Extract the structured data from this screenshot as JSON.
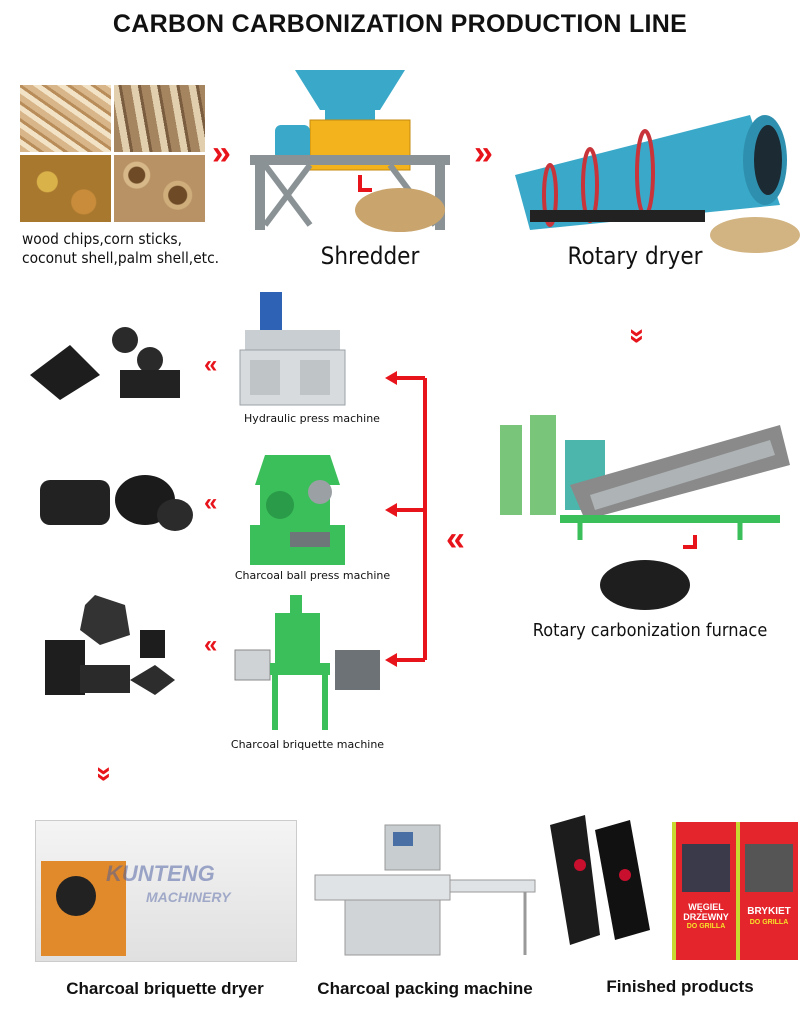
{
  "title": "CARBON CARBONIZATION PRODUCTION LINE",
  "raw_materials": {
    "line1": "wood chips,corn sticks,",
    "line2": "coconut shell,palm shell,etc."
  },
  "steps": {
    "shredder": "Shredder",
    "rotary_dryer": "Rotary dryer",
    "furnace": "Rotary carbonization furnace",
    "hydraulic": "Hydraulic press machine",
    "ball_press": "Charcoal ball press machine",
    "briquette": "Charcoal briquette machine",
    "briquette_dryer": "Charcoal briquette dryer",
    "packing": "Charcoal packing machine",
    "finished": "Finished products"
  },
  "watermark": {
    "brand": "KUNTENG",
    "sub": "MACHINERY"
  },
  "bags": {
    "bag1_line1": "WĘGIEL",
    "bag1_line2": "DRZEWNY",
    "bag1_line3": "DO GRILLA",
    "bag2_line1": "BRYKIET",
    "bag2_line2": "DO GRILLA"
  },
  "arrows": {
    "right": "»",
    "left": "«",
    "down": "»"
  },
  "colors": {
    "accent": "#e8141b",
    "machine_teal": "#3aa9c9",
    "machine_green": "#3bbf5a",
    "frame_gray": "#8a9296"
  }
}
